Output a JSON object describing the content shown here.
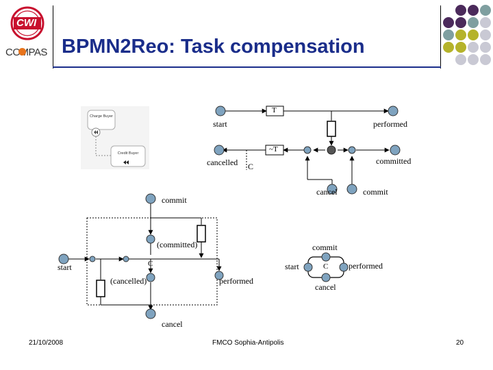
{
  "slide": {
    "title": "BPMN2Reo: Task compensation",
    "date": "21/10/2008",
    "venue": "FMCO Sophia-Antipolis",
    "page": "20"
  },
  "logos": {
    "cwi": "CWI",
    "compas": "COMPAS"
  },
  "bpmn_thumbnail": {
    "task1": "Charge Buyer",
    "task2": "Credit Buyer"
  },
  "top_diagram": {
    "start": "start",
    "performed": "performed",
    "cancelled": "cancelled",
    "committed": "committed",
    "cancel": "cancel",
    "commit": "commit",
    "t_label": "T",
    "not_t_label": "~T",
    "c_label": "C"
  },
  "bottom_left_diagram": {
    "commit": "commit",
    "committed": "(committed)",
    "start": "start",
    "c_label": "C",
    "cancelled": "(cancelled)",
    "performed": "performed",
    "cancel": "cancel"
  },
  "bottom_right_diagram": {
    "commit": "commit",
    "start": "start",
    "c_label": "C",
    "performed": "performed",
    "cancel": "cancel"
  },
  "colors": {
    "title": "#1a2d8a",
    "node_fill": "#7fa3bf",
    "purple": "#4b2a5b",
    "olive": "#b5b32a",
    "teal": "#7f9fa0",
    "grey": "#c9c9d4"
  }
}
